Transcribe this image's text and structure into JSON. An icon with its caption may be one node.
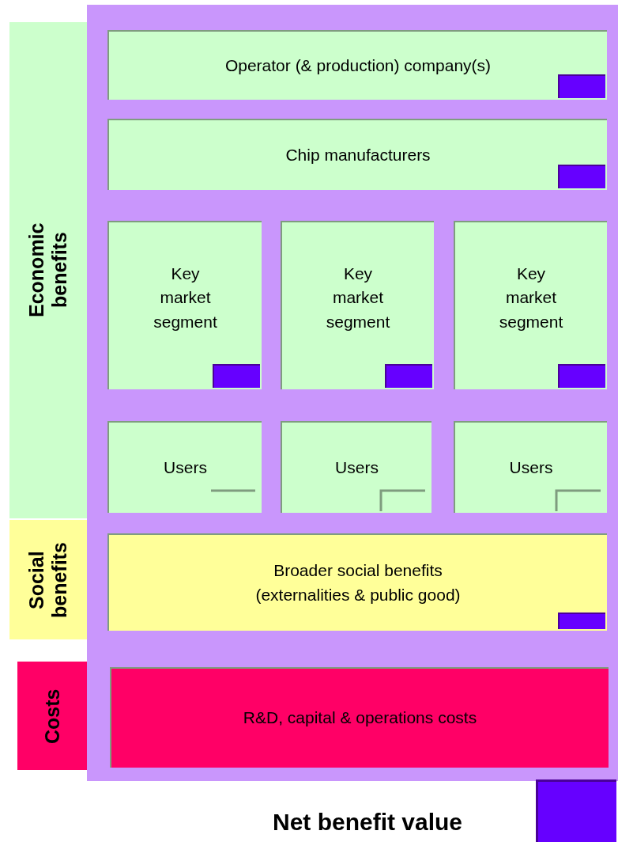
{
  "diagram": {
    "nodes": [
      {
        "text": [],
        "shape": "box"
      },
      {
        "text": [
          "Economic benefits"
        ]
      },
      {
        "text": [
          "Social benefits"
        ]
      },
      {
        "text": [
          "Costs"
        ]
      },
      {
        "text": [
          "Operator (& production) company(s)"
        ],
        "in": 0
      },
      {
        "text": [
          "Chip manufacturers"
        ],
        "in": 0
      },
      {
        "text": [
          "Key market segment"
        ],
        "in": 0
      },
      {
        "text": [
          "Key market segment"
        ],
        "in": 0
      },
      {
        "text": [
          "Key market segment"
        ],
        "in": 0
      },
      {
        "text": [
          "Users"
        ],
        "in": 0
      },
      {
        "text": [
          "Users"
        ],
        "in": 0
      },
      {
        "text": [
          "Users"
        ],
        "in": 0
      },
      {
        "text": [
          "Broader social benefits (externalities & public good)"
        ],
        "in": 0
      },
      {
        "text": [
          "R&D, capital & operations costs"
        ],
        "in": 0
      },
      {
        "text": [],
        "shape": "box"
      }
    ],
    "edges": [],
    "labels": [
      "Net benefit value"
    ]
  }
}
